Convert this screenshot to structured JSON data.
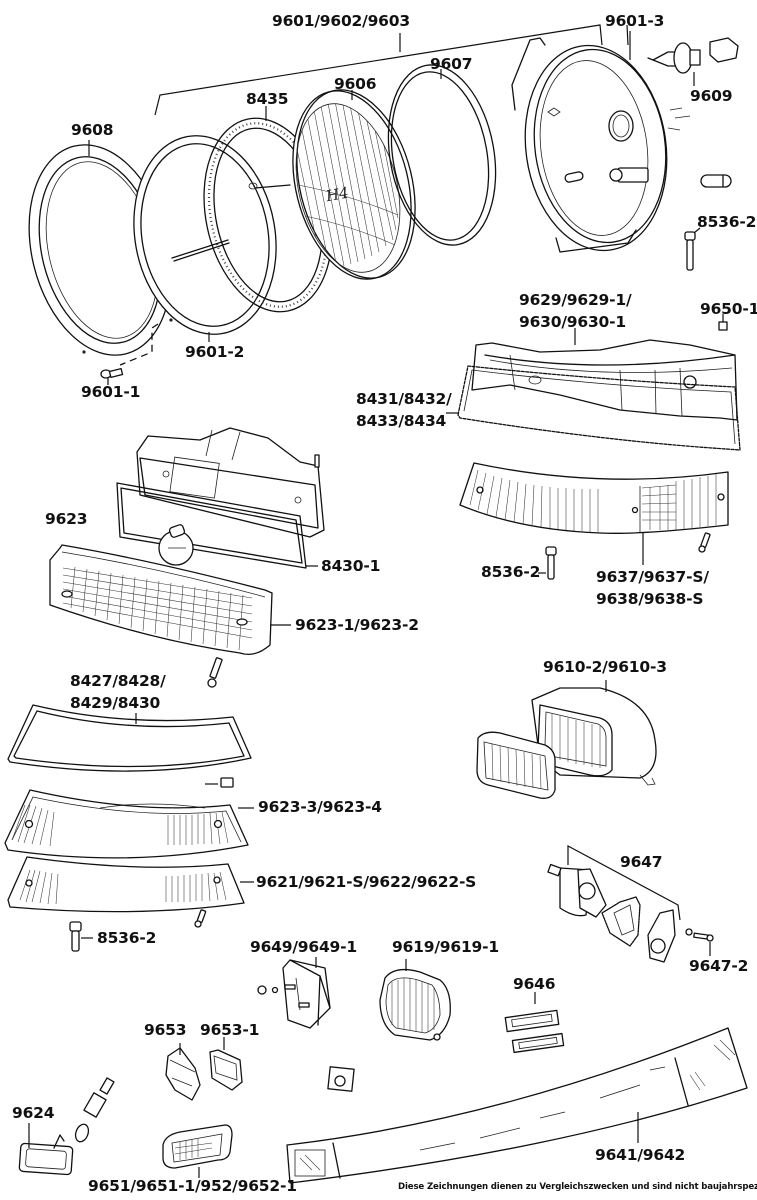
{
  "diagram": {
    "title": "Headlight & lighting parts exploded view",
    "labels": {
      "p9601_9602_9603": "9601/9602/9603",
      "p9601_3": "9601-3",
      "p9609": "9609",
      "p9608": "9608",
      "p8435": "8435",
      "p9606": "9606",
      "p9607": "9607",
      "p8536_2_top": "8536-2",
      "p9601_2": "9601-2",
      "p9601_1": "9601-1",
      "p9629_line1": "9629/9629-1/",
      "p9629_line2": "9630/9630-1",
      "p9650_1": "9650-1",
      "p8431_line1": "8431/8432/",
      "p8431_line2": "8433/8434",
      "p9623": "9623",
      "p8430_1": "8430-1",
      "p9623_1": "9623-1/9623-2",
      "p8536_2_mid": "8536-2",
      "p9637_line1": "9637/9637-S/",
      "p9637_line2": "9638/9638-S",
      "p8427_line1": "8427/8428/",
      "p8427_line2": "8429/8430",
      "p9610": "9610-2/9610-3",
      "p9623_3": "9623-3/9623-4",
      "p9621": "9621/9621-S/9622/9622-S",
      "p8536_2_low": "8536-2",
      "p9647": "9647",
      "p9647_2": "9647-2",
      "p9649": "9649/9649-1",
      "p9619": "9619/9619-1",
      "p9646": "9646",
      "p9653": "9653",
      "p9653_1": "9653-1",
      "p9624": "9624",
      "p9651": "9651/9651-1/952/9652-1",
      "p9641": "9641/9642"
    },
    "lens_marking": "H4",
    "footer_note": "Diese Zeichnungen dienen zu Vergleichszwecken und sind nicht baujahrspezifisch!"
  }
}
